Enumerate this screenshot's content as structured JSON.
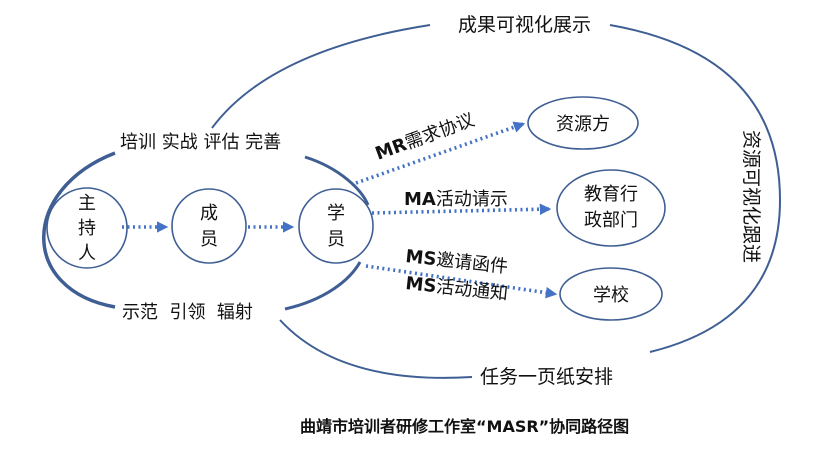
{
  "colors": {
    "line": "#3F5F94",
    "arrow": "#4472C4"
  },
  "outer_top_label": "成果可视化展示",
  "outer_right_label": "资源可视化跟进",
  "outer_bottom_label": "任务一页纸安排",
  "left_top_label": "培训 实战 评估 完善",
  "left_bottom_label": "示范  引领  辐射",
  "nodes": {
    "host": [
      "主",
      "持",
      "人"
    ],
    "members": [
      "成",
      "员"
    ],
    "students": [
      "学",
      "员"
    ],
    "resource": "资源方",
    "education": [
      "教育行",
      "政部门"
    ],
    "school": "学校"
  },
  "links": {
    "mr_code": "MR",
    "mr_text": "需求协议",
    "ma_code": "MA",
    "ma_text": "活动请示",
    "ms1_code": "MS",
    "ms1_text": "邀请函件",
    "ms2_code": "MS",
    "ms2_text": "活动通知"
  },
  "caption": "曲靖市培训者研修工作室“MASR”协同路径图"
}
